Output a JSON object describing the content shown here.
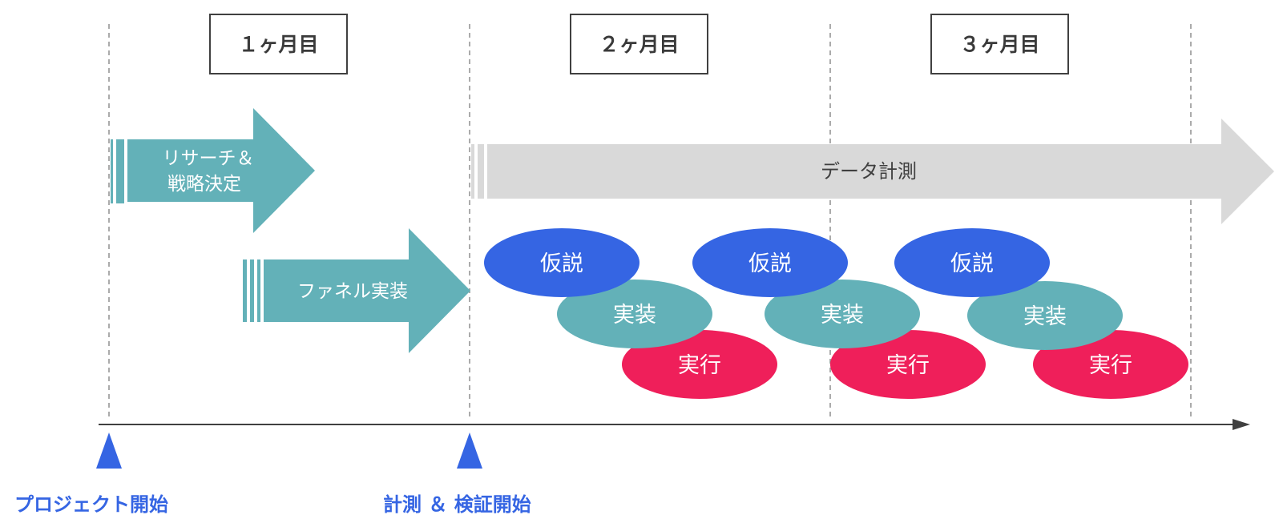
{
  "months": [
    {
      "label": "１ヶ月目"
    },
    {
      "label": "２ヶ月目"
    },
    {
      "label": "３ヶ月目"
    }
  ],
  "phases": {
    "research": {
      "line1": "リサーチ＆",
      "line2": "戦略決定"
    },
    "funnel": {
      "label": "ファネル実装"
    },
    "data": {
      "label": "データ計測"
    }
  },
  "cycles": [
    {
      "hypothesis": "仮説",
      "implement": "実装",
      "execute": "実行"
    },
    {
      "hypothesis": "仮説",
      "implement": "実装",
      "execute": "実行"
    },
    {
      "hypothesis": "仮説",
      "implement": "実装",
      "execute": "実行"
    }
  ],
  "milestones": [
    {
      "label": "プロジェクト開始"
    },
    {
      "label": "計測 ＆ 検証開始"
    }
  ],
  "colors": {
    "teal": "#63b1b8",
    "gray_arrow": "#d9d9d9",
    "blue": "#3565e3",
    "red": "#ef1f5a",
    "timeline": "#404040",
    "dashed": "#8f8f8f"
  }
}
